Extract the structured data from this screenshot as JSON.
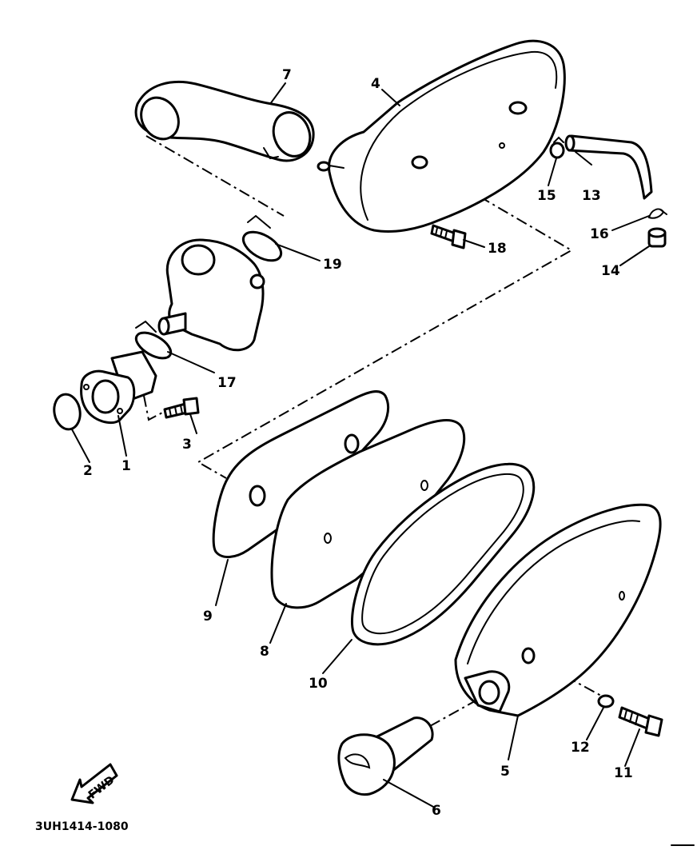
{
  "document_code": "3UH1414-1080",
  "direction_marker": "FWD",
  "callouts": [
    {
      "id": "1",
      "text": "1"
    },
    {
      "id": "2",
      "text": "2"
    },
    {
      "id": "3",
      "text": "3"
    },
    {
      "id": "4",
      "text": "4"
    },
    {
      "id": "5",
      "text": "5"
    },
    {
      "id": "6",
      "text": "6"
    },
    {
      "id": "7",
      "text": "7"
    },
    {
      "id": "8",
      "text": "8"
    },
    {
      "id": "9",
      "text": "9"
    },
    {
      "id": "10",
      "text": "10"
    },
    {
      "id": "11",
      "text": "11"
    },
    {
      "id": "12",
      "text": "12"
    },
    {
      "id": "13",
      "text": "13"
    },
    {
      "id": "14",
      "text": "14"
    },
    {
      "id": "15",
      "text": "15"
    },
    {
      "id": "16",
      "text": "16"
    },
    {
      "id": "17",
      "text": "17"
    },
    {
      "id": "18",
      "text": "18"
    },
    {
      "id": "19",
      "text": "19"
    }
  ]
}
